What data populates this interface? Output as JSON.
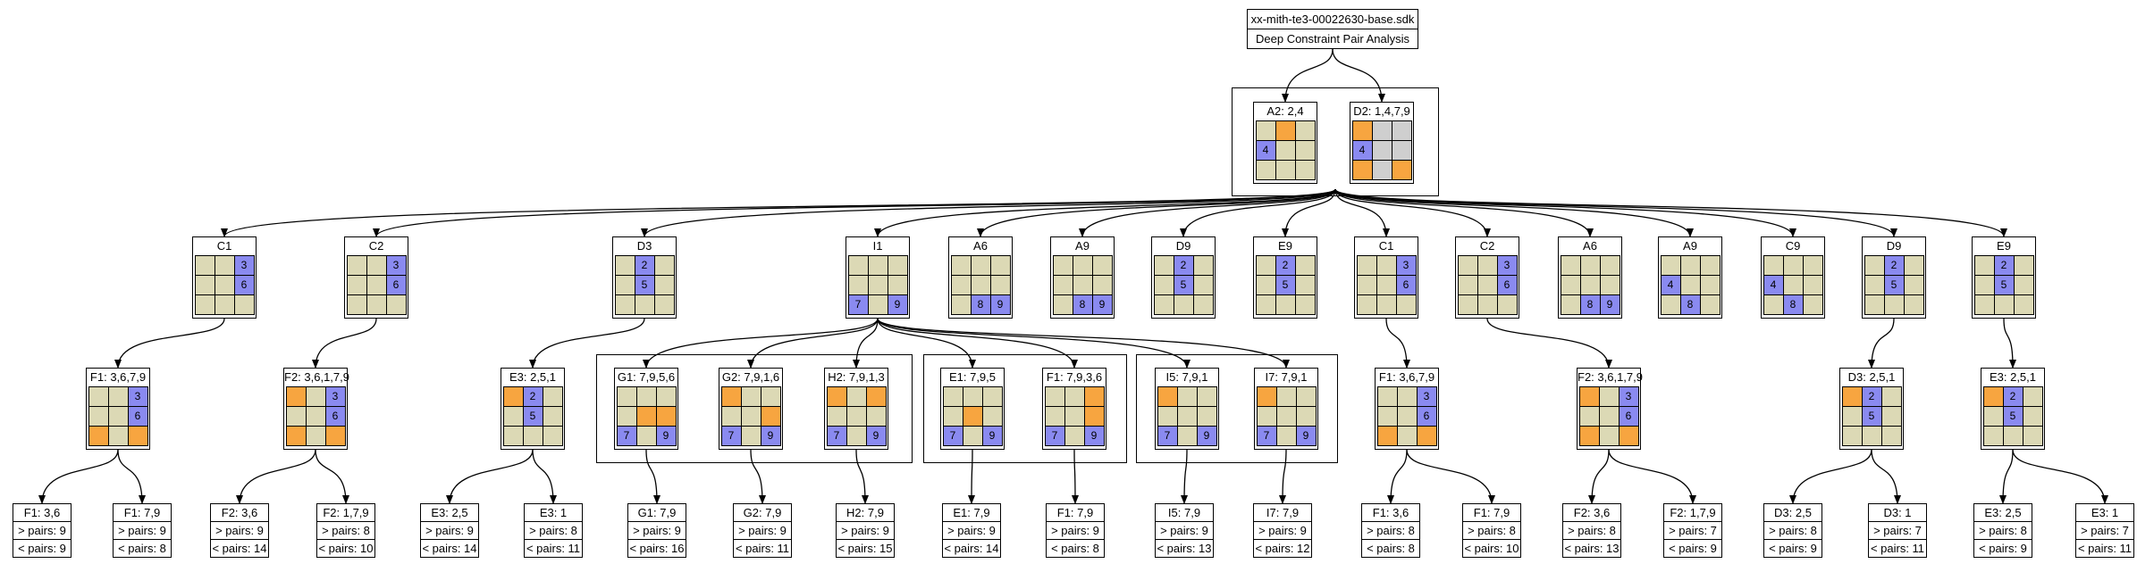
{
  "header": {
    "file": "xx-mith-te3-00022630-base.sdk",
    "subtitle": "Deep Constraint Pair Analysis"
  },
  "colors": {
    "candidate": "#dcd9b5",
    "blue": "#8a8af0",
    "orange": "#f7a540",
    "gray": "#cfcfcf"
  },
  "nodes": [
    {
      "id": "A2",
      "label": "A2: 2,4",
      "cells": [
        "",
        "o",
        "",
        "b:4",
        "",
        "",
        "",
        "",
        ""
      ]
    },
    {
      "id": "D2",
      "label": "D2: 1,4,7,9",
      "cells": [
        "o",
        "g",
        "g",
        "b:4",
        "g",
        "g",
        "o",
        "g",
        "o"
      ]
    },
    {
      "id": "C1a",
      "label": "C1",
      "cells": [
        "",
        "",
        "b:3",
        "",
        "",
        "b:6",
        "",
        "",
        ""
      ]
    },
    {
      "id": "C2a",
      "label": "C2",
      "cells": [
        "",
        "",
        "b:3",
        "",
        "",
        "b:6",
        "",
        "",
        ""
      ]
    },
    {
      "id": "D3a",
      "label": "D3",
      "cells": [
        "",
        "b:2",
        "",
        "",
        "b:5",
        "",
        "",
        "",
        ""
      ]
    },
    {
      "id": "I1",
      "label": "I1",
      "cells": [
        "",
        "",
        "",
        "",
        "",
        "",
        "b:7",
        "",
        "b:9"
      ]
    },
    {
      "id": "A6a",
      "label": "A6",
      "cells": [
        "",
        "",
        "",
        "",
        "",
        "",
        "",
        "b:8",
        "b:9"
      ]
    },
    {
      "id": "A9a",
      "label": "A9",
      "cells": [
        "",
        "",
        "",
        "",
        "",
        "",
        "",
        "b:8",
        "b:9"
      ]
    },
    {
      "id": "D9a",
      "label": "D9",
      "cells": [
        "",
        "b:2",
        "",
        "",
        "b:5",
        "",
        "",
        "",
        ""
      ]
    },
    {
      "id": "E9a",
      "label": "E9",
      "cells": [
        "",
        "b:2",
        "",
        "",
        "b:5",
        "",
        "",
        "",
        ""
      ]
    },
    {
      "id": "C1b",
      "label": "C1",
      "cells": [
        "",
        "",
        "b:3",
        "",
        "",
        "b:6",
        "",
        "",
        ""
      ]
    },
    {
      "id": "C2b",
      "label": "C2",
      "cells": [
        "",
        "",
        "b:3",
        "",
        "",
        "b:6",
        "",
        "",
        ""
      ]
    },
    {
      "id": "A6b",
      "label": "A6",
      "cells": [
        "",
        "",
        "",
        "",
        "",
        "",
        "",
        "b:8",
        "b:9"
      ]
    },
    {
      "id": "A9b",
      "label": "A9",
      "cells": [
        "",
        "",
        "",
        "b:4",
        "",
        "",
        "",
        "b:8",
        ""
      ]
    },
    {
      "id": "C9b",
      "label": "C9",
      "cells": [
        "",
        "",
        "",
        "b:4",
        "",
        "",
        "",
        "b:8",
        ""
      ]
    },
    {
      "id": "D9b",
      "label": "D9",
      "cells": [
        "",
        "b:2",
        "",
        "",
        "b:5",
        "",
        "",
        "",
        ""
      ]
    },
    {
      "id": "E9b",
      "label": "E9",
      "cells": [
        "",
        "b:2",
        "",
        "",
        "b:5",
        "",
        "",
        "",
        ""
      ]
    },
    {
      "id": "F1a",
      "label": "F1: 3,6,7,9",
      "cells": [
        "",
        "",
        "b:3",
        "",
        "",
        "b:6",
        "o",
        "",
        "o"
      ]
    },
    {
      "id": "F2a",
      "label": "F2: 3,6,1,7,9",
      "cells": [
        "o",
        "",
        "b:3",
        "",
        "",
        "b:6",
        "o",
        "",
        "o"
      ]
    },
    {
      "id": "E3a",
      "label": "E3: 2,5,1",
      "cells": [
        "o",
        "b:2",
        "",
        "",
        "b:5",
        "",
        "",
        "",
        ""
      ]
    },
    {
      "id": "G1",
      "label": "G1: 7,9,5,6",
      "cells": [
        "",
        "",
        "",
        "",
        "o",
        "o",
        "b:7",
        "",
        "b:9"
      ]
    },
    {
      "id": "G2",
      "label": "G2: 7,9,1,6",
      "cells": [
        "o",
        "",
        "",
        "",
        "",
        "o",
        "b:7",
        "",
        "b:9"
      ]
    },
    {
      "id": "H2",
      "label": "H2: 7,9,1,3",
      "cells": [
        "o",
        "",
        "o",
        "",
        "",
        "",
        "b:7",
        "",
        "b:9"
      ]
    },
    {
      "id": "E1",
      "label": "E1: 7,9,5",
      "cells": [
        "",
        "",
        "",
        "",
        "o",
        "",
        "b:7",
        "",
        "b:9"
      ]
    },
    {
      "id": "F1i",
      "label": "F1: 7,9,3,6",
      "cells": [
        "",
        "",
        "o",
        "",
        "",
        "o",
        "b:7",
        "",
        "b:9"
      ]
    },
    {
      "id": "I5",
      "label": "I5: 7,9,1",
      "cells": [
        "o",
        "",
        "",
        "",
        "",
        "",
        "b:7",
        "",
        "b:9"
      ]
    },
    {
      "id": "I7",
      "label": "I7: 7,9,1",
      "cells": [
        "o",
        "",
        "",
        "",
        "",
        "",
        "b:7",
        "",
        "b:9"
      ]
    },
    {
      "id": "F1b",
      "label": "F1: 3,6,7,9",
      "cells": [
        "",
        "",
        "b:3",
        "",
        "",
        "b:6",
        "o",
        "",
        "o"
      ]
    },
    {
      "id": "F2b",
      "label": "F2: 3,6,1,7,9",
      "cells": [
        "o",
        "",
        "b:3",
        "",
        "",
        "b:6",
        "o",
        "",
        "o"
      ]
    },
    {
      "id": "D3b",
      "label": "D3: 2,5,1",
      "cells": [
        "o",
        "b:2",
        "",
        "",
        "b:5",
        "",
        "",
        "",
        ""
      ]
    },
    {
      "id": "E3b",
      "label": "E3: 2,5,1",
      "cells": [
        "o",
        "b:2",
        "",
        "",
        "b:5",
        "",
        "",
        "",
        ""
      ]
    }
  ],
  "leaves": [
    {
      "id": "L1",
      "label": "F1: 3,6",
      "gt": "> pairs: 9",
      "lt": "< pairs: 9"
    },
    {
      "id": "L2",
      "label": "F1: 7,9",
      "gt": "> pairs: 9",
      "lt": "< pairs: 8"
    },
    {
      "id": "L3",
      "label": "F2: 3,6",
      "gt": "> pairs: 9",
      "lt": "< pairs: 14"
    },
    {
      "id": "L4",
      "label": "F2: 1,7,9",
      "gt": "> pairs: 8",
      "lt": "< pairs: 10"
    },
    {
      "id": "L5",
      "label": "E3: 2,5",
      "gt": "> pairs: 9",
      "lt": "< pairs: 14"
    },
    {
      "id": "L6",
      "label": "E3: 1",
      "gt": "> pairs: 8",
      "lt": "< pairs: 11"
    },
    {
      "id": "L7",
      "label": "G1: 7,9",
      "gt": "> pairs: 9",
      "lt": "< pairs: 16"
    },
    {
      "id": "L8",
      "label": "G2: 7,9",
      "gt": "> pairs: 9",
      "lt": "< pairs: 11"
    },
    {
      "id": "L9",
      "label": "H2: 7,9",
      "gt": "> pairs: 9",
      "lt": "< pairs: 15"
    },
    {
      "id": "L10",
      "label": "E1: 7,9",
      "gt": "> pairs: 9",
      "lt": "< pairs: 14"
    },
    {
      "id": "L11",
      "label": "F1: 7,9",
      "gt": "> pairs: 9",
      "lt": "< pairs: 8"
    },
    {
      "id": "L12",
      "label": "I5: 7,9",
      "gt": "> pairs: 9",
      "lt": "< pairs: 13"
    },
    {
      "id": "L13",
      "label": "I7: 7,9",
      "gt": "> pairs: 9",
      "lt": "< pairs: 12"
    },
    {
      "id": "L14",
      "label": "F1: 3,6",
      "gt": "> pairs: 8",
      "lt": "< pairs: 8"
    },
    {
      "id": "L15",
      "label": "F1: 7,9",
      "gt": "> pairs: 8",
      "lt": "< pairs: 10"
    },
    {
      "id": "L16",
      "label": "F2: 3,6",
      "gt": "> pairs: 8",
      "lt": "< pairs: 13"
    },
    {
      "id": "L17",
      "label": "F2: 1,7,9",
      "gt": "> pairs: 7",
      "lt": "< pairs: 9"
    },
    {
      "id": "L18",
      "label": "D3: 2,5",
      "gt": "> pairs: 8",
      "lt": "< pairs: 9"
    },
    {
      "id": "L19",
      "label": "D3: 1",
      "gt": "> pairs: 7",
      "lt": "< pairs: 11"
    },
    {
      "id": "L20",
      "label": "E3: 2,5",
      "gt": "> pairs: 8",
      "lt": "< pairs: 9"
    },
    {
      "id": "L21",
      "label": "E3: 1",
      "gt": "> pairs: 7",
      "lt": "< pairs: 11"
    }
  ]
}
